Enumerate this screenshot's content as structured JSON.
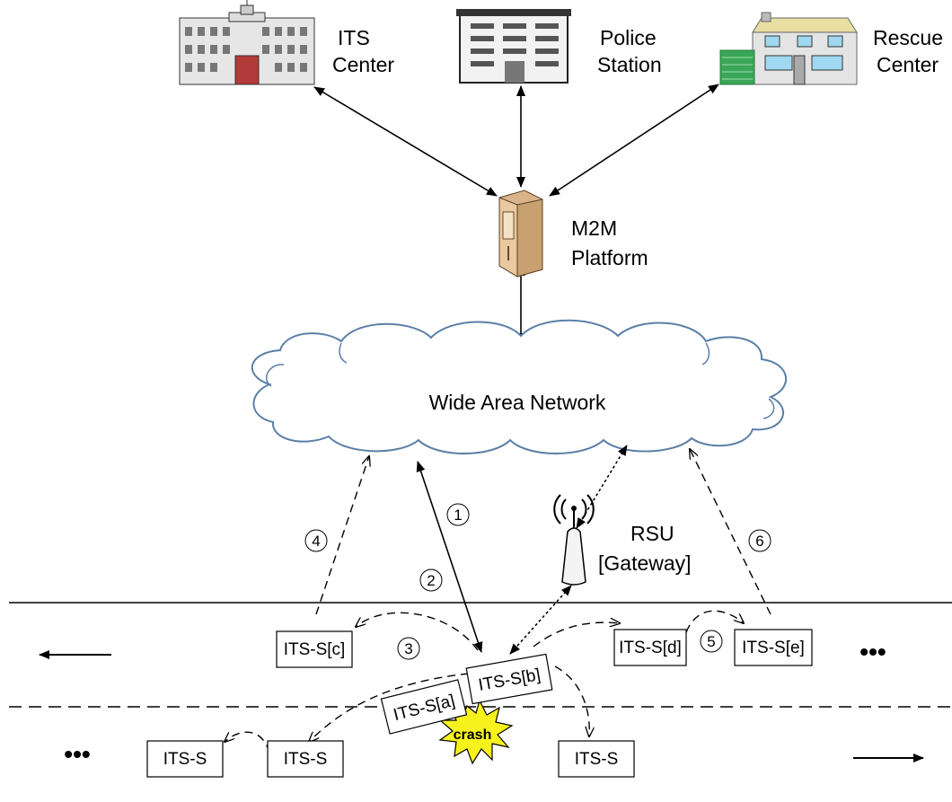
{
  "nodes": {
    "its_center": [
      "ITS",
      "Center"
    ],
    "police_station": [
      "Police",
      "Station"
    ],
    "rescue_center": [
      "Rescue",
      "Center"
    ],
    "m2m_platform": [
      "M2M",
      "Platform"
    ],
    "wan": "Wide Area Network",
    "rsu": [
      "RSU",
      "[Gateway]"
    ],
    "crash": "crash"
  },
  "stations": {
    "a": "ITS-S[a]",
    "b": "ITS-S[b]",
    "c": "ITS-S[c]",
    "d": "ITS-S[d]",
    "e": "ITS-S[e]",
    "lower_1": "ITS-S",
    "lower_2": "ITS-S",
    "lower_3": "ITS-S"
  },
  "steps": [
    "1",
    "2",
    "3",
    "4",
    "5",
    "6"
  ],
  "ellipsis": "•••",
  "colors": {
    "cloud_stroke": "#5b7fa6",
    "crash_fill": "#f7f21e",
    "server_fill": "#e8c9a0",
    "rescue_green": "#3aa657",
    "roof": "#e8dfa0"
  }
}
